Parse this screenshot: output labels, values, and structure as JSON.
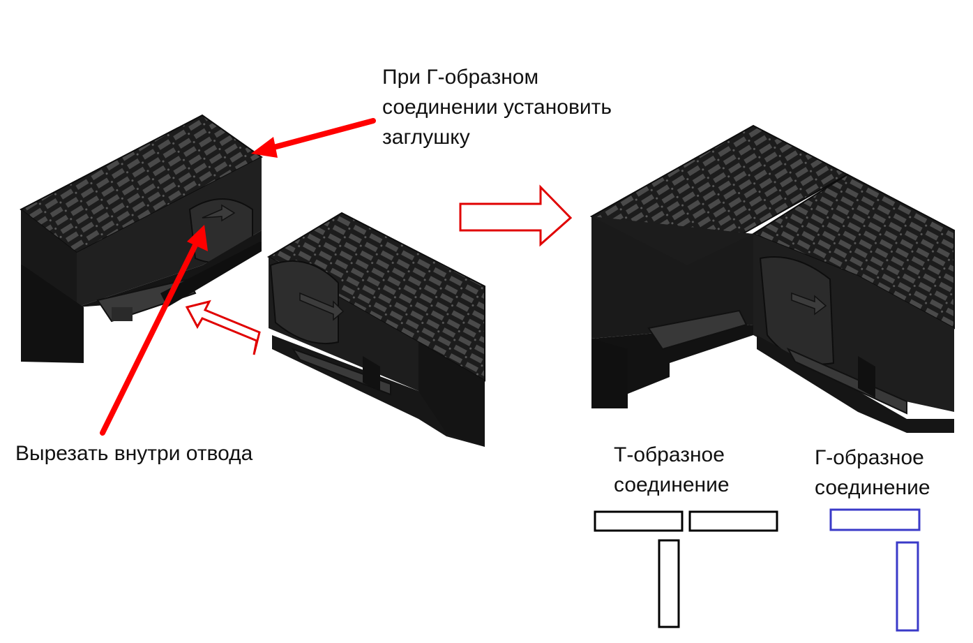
{
  "annotations": {
    "plug_note": "При Г-образном\nсоединении установить\nзаглушку",
    "cut_note": "Вырезать внутри отвода"
  },
  "legend": {
    "t_joint": "Т-образное\nсоединение",
    "l_joint": "Г-образное\nсоединение"
  },
  "colors": {
    "annotation_arrow": "#ff0000",
    "flow_arrow_outline": "#e00000",
    "channel_body": "#1c1c1c",
    "grate_slot": "#555555",
    "t_schema": "#000000",
    "l_schema": "#3a3ac8"
  },
  "icons": {
    "process_arrow": "hollow-right-arrow",
    "insert_arrow": "hollow-diagonal-arrow"
  }
}
